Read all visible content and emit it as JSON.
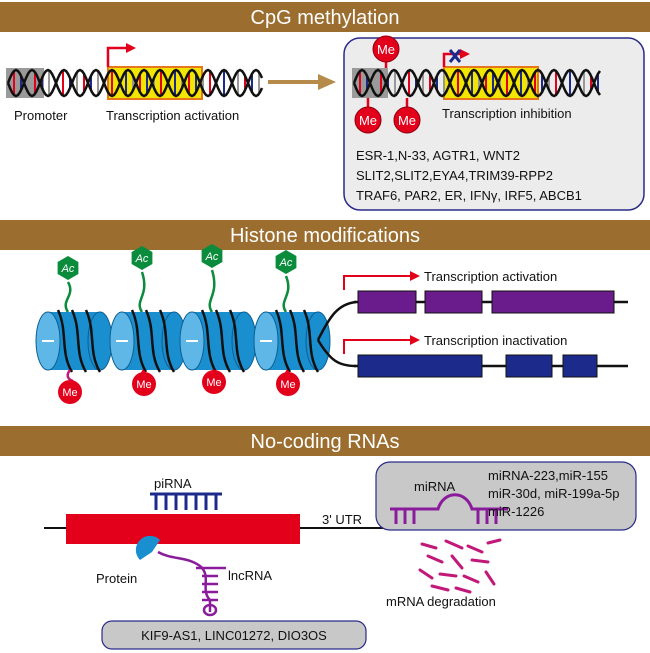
{
  "colors": {
    "header_band": "#9b6d2f",
    "header_text": "#ffffff",
    "dna_yellow": "#f2e600",
    "box_orange": "#e8761c",
    "methyl_red": "#e2001a",
    "acetyl_green": "#0a8c3c",
    "nucleosome_blue": "#1a8fd0",
    "gene_purple": "#6a1c8c",
    "gene_navy": "#1c2a8c",
    "arrow_red": "#e2001a",
    "panel_gray": "#ececec",
    "panel_border": "#2a2a8a",
    "transform_arrow": "#b58a4a"
  },
  "sections": {
    "cpg": {
      "title": "CpG methylation",
      "promoter_label": "Promoter",
      "activation_label": "Transcription activation",
      "inhibition_label": "Transcription inhibition",
      "me_label": "Me",
      "genes": [
        "ESR-1,N-33, AGTR1, WNT2",
        "SLIT2,SLIT2,EYA4,TRIM39-RPP2",
        "TRAF6, PAR2, ER, IFNγ, IRF5, ABCB1"
      ]
    },
    "histone": {
      "title": "Histone modifications",
      "ac_label": "Ac",
      "me_label": "Me",
      "activation_label": "Transcription activation",
      "inactivation_label": "Transcription inactivation"
    },
    "ncrna": {
      "title": "No-coding RNAs",
      "pirna_label": "piRNA",
      "utr_label": "3' UTR",
      "mirna_label": "miRNA",
      "mirna_list": [
        "miRNA-223,miR-155",
        "miR-30d, miR-199a-5p",
        "miR-1226"
      ],
      "protein_label": "Protein",
      "lncrna_label": "lncRNA",
      "degradation_label": "mRNA degradation",
      "lncrna_list": "KIF9-AS1, LINC01272, DIO3OS"
    }
  }
}
